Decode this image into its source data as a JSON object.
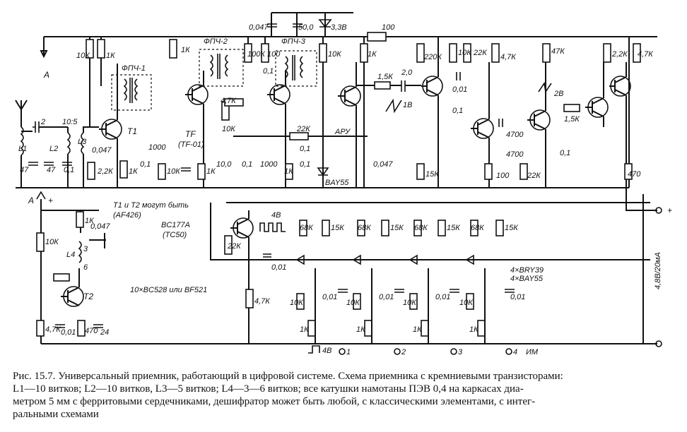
{
  "labels": {
    "antenna_left_A": "A",
    "top_left_A": "A",
    "plus_input": "+",
    "c_047_top": "0,047",
    "c_50_top": "50,0",
    "zener": "3,3В",
    "r_100_top": "100",
    "r_10k_1": "10К",
    "r_1k_1": "1К",
    "filter1": "ФПЧ-1",
    "filter2": "ФПЧ-2",
    "filter3": "ФПЧ-3",
    "r_1k_2": "1К",
    "r_100k": "100К",
    "r_100": "100",
    "c_01_a": "0,1",
    "r_10k_2": "10К",
    "r_1k_3": "1К",
    "c_2": "2",
    "ratio": "10:5",
    "T1": "T1",
    "L1": "L1",
    "L2": "L2",
    "L3": "L3",
    "c_47_a": "47",
    "c_47_b": "47",
    "c_01_b": "0,1",
    "c_0047_a": "0,047",
    "r_22k_a": "2,2К",
    "r_1k_4": "1К",
    "c_01_c": "0,1",
    "c_1000_a": "1000",
    "r_10k_3": "10К",
    "tf": "TF",
    "tf_type": "(TF-01)",
    "r_1k_5": "1К",
    "r_47k_a": "4,7К",
    "r_10k_4": "10К",
    "c_10": "10,0",
    "c_01_d": "0,1",
    "c_1000_b": "1000",
    "r_22k_b": "22К",
    "c_01_e": "0,1",
    "r_1k_6": "1К",
    "c_01_f": "0,1",
    "diode_bay55": "BAY55",
    "agc": "АРУ",
    "c_0047_b": "0,047",
    "r_15k_a": "1,5К",
    "c_20": "2,0",
    "wave_1v": "1В",
    "r_220k": "220К",
    "r_10k_5": "10К",
    "r_22k_c": "22К",
    "r_47k_b": "4,7К",
    "r_47k_c": "47К",
    "r_22k_d": "2,2К",
    "r_47k_d": "4,7К",
    "c_001": "0,01",
    "c_01_g": "0,1",
    "r_15k_b": "15К",
    "c_4700_a": "4700",
    "c_4700_b": "4700",
    "r_100_b": "100",
    "r_22k_e": "22К",
    "c_01_h": "0,1",
    "wave_2v": "2В",
    "r_15k_c": "1,5К",
    "r_470": "470",
    "transistor_note": "T1 и T2 могут быть",
    "transistor_alt": "(AF426)",
    "bc177": "BC177A",
    "tc50": "(TC50)",
    "transistor_count": "10×BC528 или BF521",
    "r_1k_osc": "1К",
    "c_0047_osc": "0,047",
    "r_10k_osc": "10К",
    "tap_3": "3",
    "L4": "L4",
    "tap_6": "6",
    "T2": "T2",
    "r_47k_osc": "4,7К",
    "c_001_osc": "0,01",
    "r_470_osc": "470",
    "c_24": "24",
    "wave_4v": "4В",
    "r_22k_dec": "22К",
    "r_68k_1": "68К",
    "r_15k_1": "15К",
    "r_68k_2": "68К",
    "r_15k_2": "15К",
    "r_68k_3": "68К",
    "r_15k_3": "15К",
    "r_68k_4": "68К",
    "r_15k_4": "15К",
    "c_001_dec": "0,01",
    "r_47k_dec": "4,7К",
    "r_10k_d1": "10К",
    "c_001_d1": "0,01",
    "r_10k_d2": "10К",
    "c_001_d2": "0,01",
    "r_10k_d3": "10К",
    "c_001_d3": "0,01",
    "r_10k_d4": "10К",
    "c_001_d4": "0,01",
    "r_1k_d1": "1К",
    "r_1k_d2": "1К",
    "r_1k_d3": "1К",
    "r_1k_d4": "1К",
    "diodes_note1": "4×BRY39",
    "diodes_note2": "4×BAY55",
    "out_plus": "+",
    "supply": "4,8В/20мА",
    "out_wave": "4В",
    "out_1": "1",
    "out_2": "2",
    "out_3": "3",
    "out_4": "4",
    "out_im": "ИМ"
  },
  "caption": {
    "line1": "Рис. 15.7. Универсальный приемник, работающий в цифровой системе. Схема приемника с кремниевыми транзисторами:",
    "line2": "L1—10 витков; L2—10 витков, L3—5 витков; L4—3—6 витков; все катушки намотаны ПЭВ 0,4 на каркасах диа-",
    "line3": "метром 5 мм с ферритовыми сердечниками, дешифратор может быть любой, с классическими элементами, с интег-",
    "line4": "ральными схемами"
  }
}
